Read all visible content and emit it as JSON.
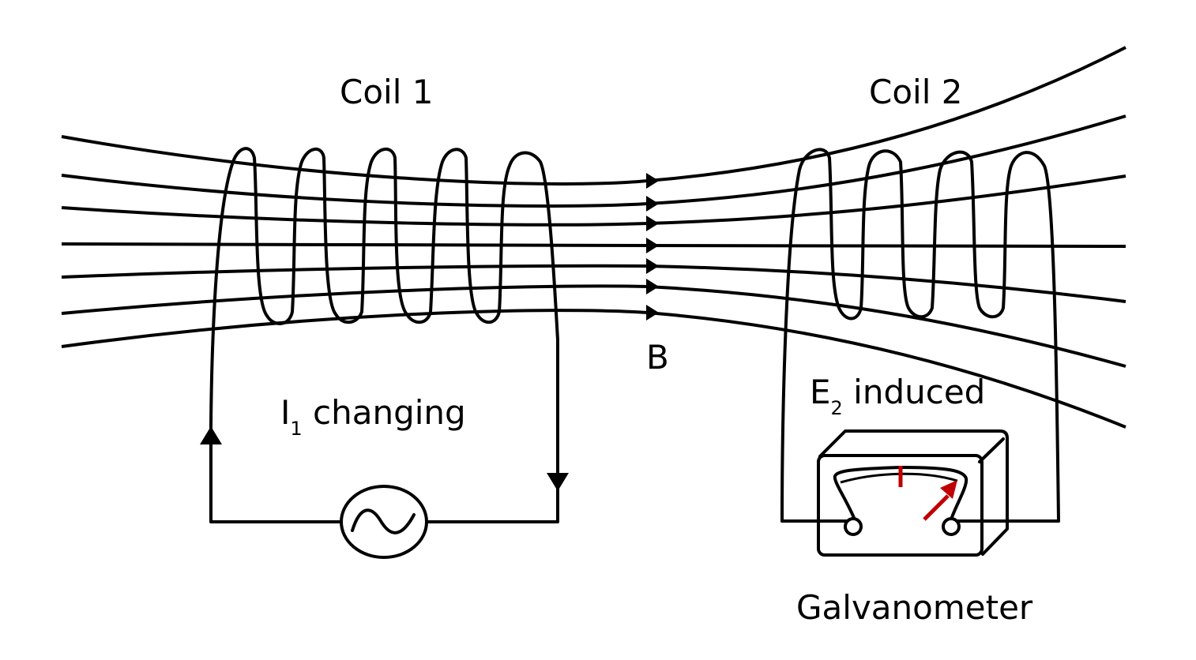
{
  "diagram": {
    "title": "Mutual induction between two coils",
    "labels": {
      "coil1": "Coil 1",
      "coil2": "Coil 2",
      "field": "B",
      "current_main": "I",
      "current_sub": "1",
      "current_rest": " changing",
      "emf_main": "E",
      "emf_sub": "2",
      "emf_rest": " induced",
      "galvanometer": "Galvanometer"
    },
    "components": {
      "source": "ac-source-icon",
      "meter": "galvanometer-icon"
    },
    "field_lines_count": 7,
    "coil1_turns": 5,
    "coil2_turns": 4,
    "colors": {
      "line": "#000000",
      "needle": "#c00000",
      "background": "#ffffff"
    }
  }
}
